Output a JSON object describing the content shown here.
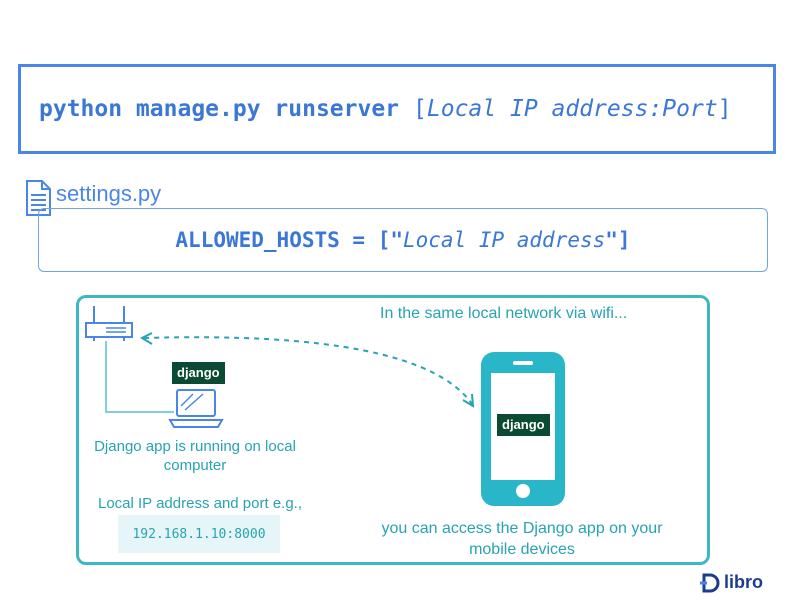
{
  "command": {
    "main": "python manage.py runserver",
    "arg_open": "[",
    "arg_italic": "Local IP address:Port",
    "arg_close": "]"
  },
  "settings": {
    "filename": "settings.py",
    "code_prefix": "ALLOWED_HOSTS = [\"",
    "code_italic": "Local IP address",
    "code_suffix": "\"]"
  },
  "network": {
    "caption": "In the same local  network via wifi...",
    "laptop_badge": "django",
    "laptop_text": "Django app is running on local computer",
    "ip_label": "Local IP address and port e.g.,",
    "ip_value": "192.168.1.10:8000",
    "phone_badge": "django",
    "mobile_text": "you can access the Django app on your mobile devices"
  },
  "logo": {
    "text": "libro",
    "icon": "d-logo-icon"
  },
  "colors": {
    "blue": "#4a86e8",
    "teal": "#3fb7c2",
    "django_green": "#0c4b33",
    "phone": "#29b6c8"
  },
  "icons": [
    "file-icon",
    "router-icon",
    "laptop-icon",
    "smartphone-icon",
    "d-logo-icon"
  ]
}
